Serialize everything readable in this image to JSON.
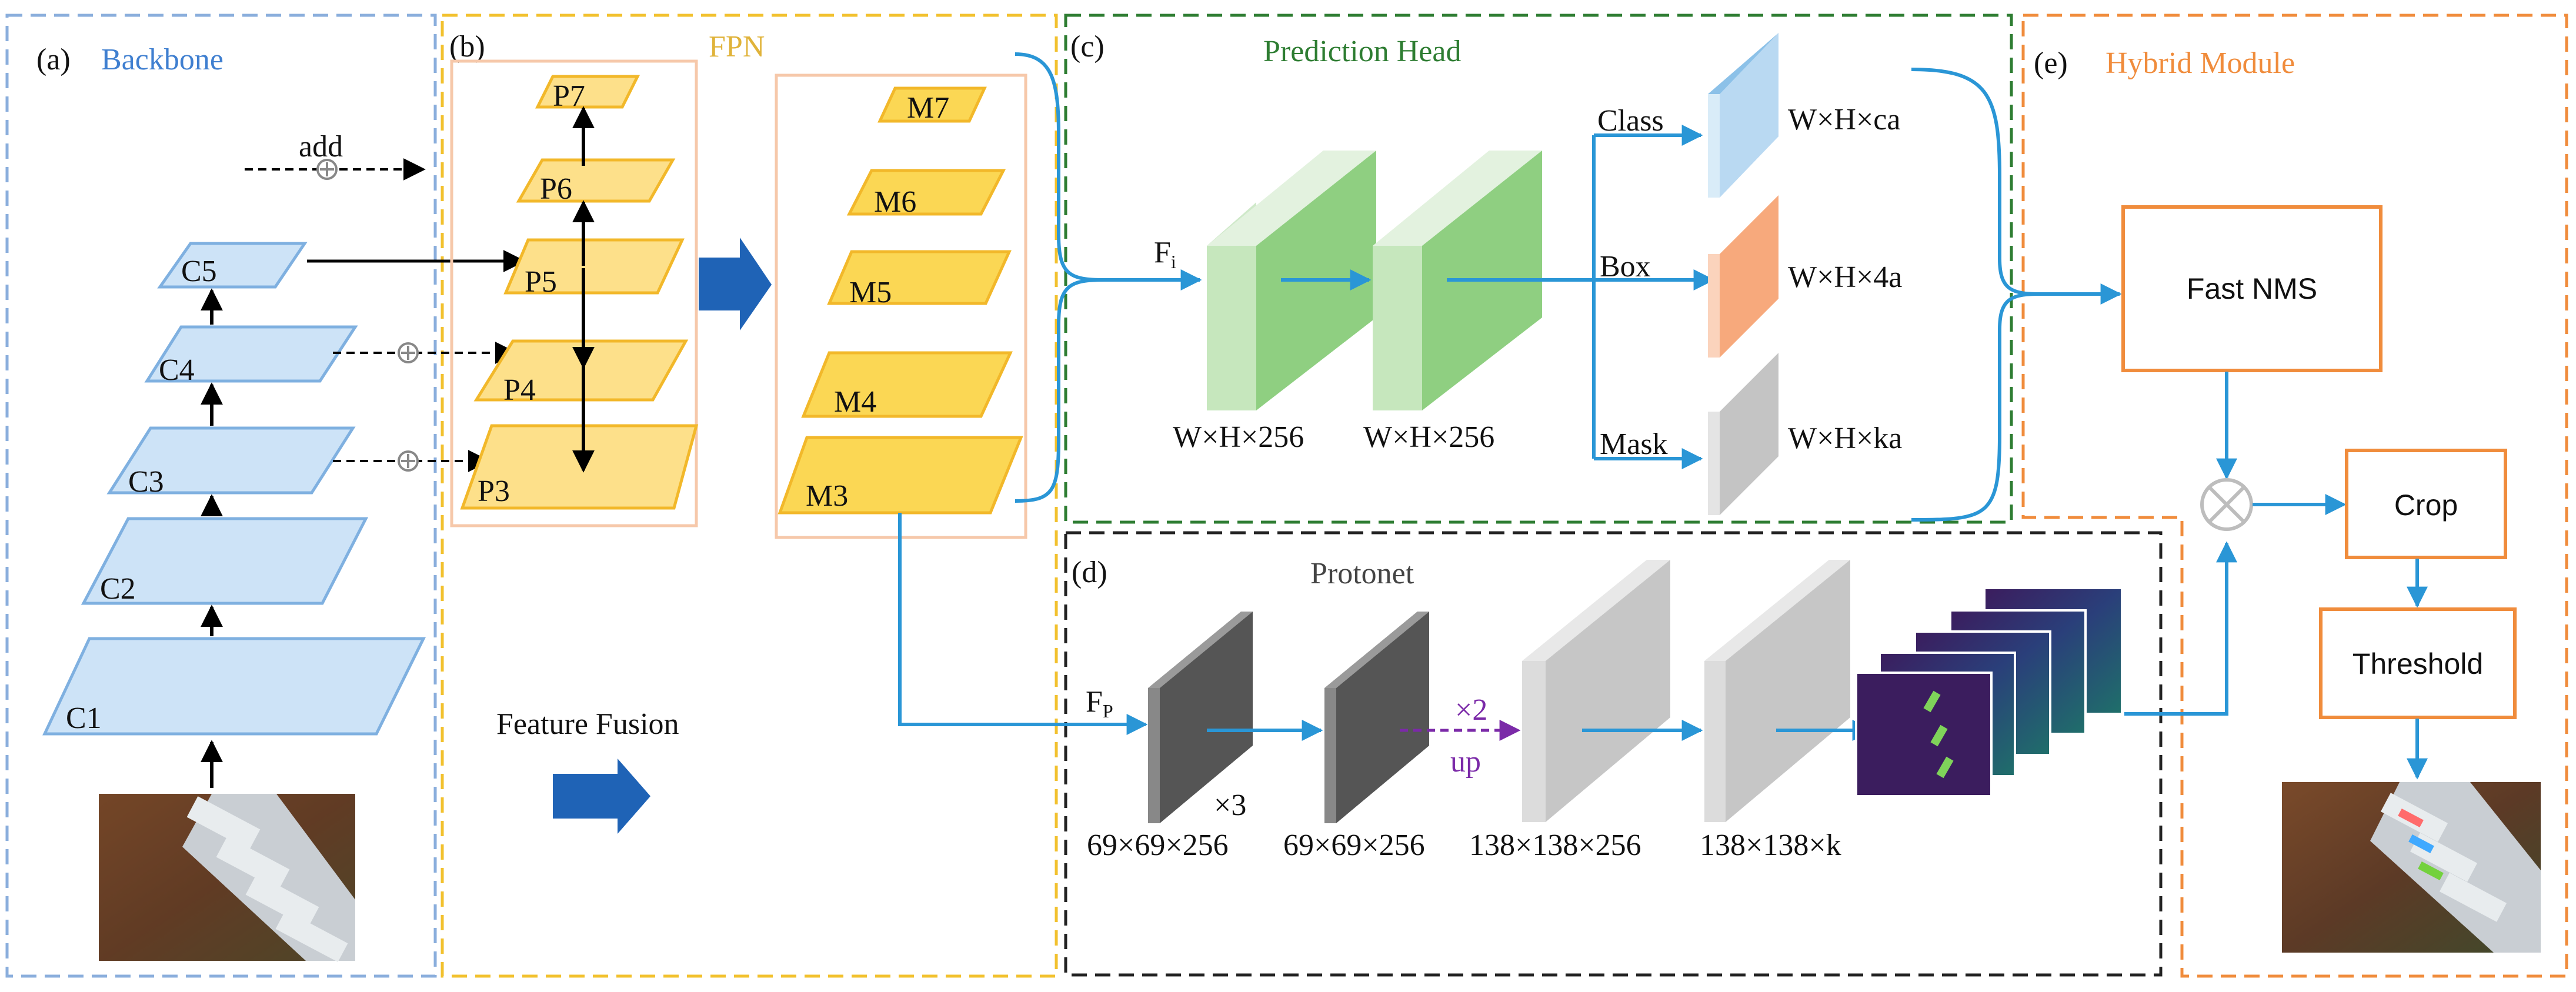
{
  "colors": {
    "backbone": "#3f7fd0",
    "backbone_border": "#8aaedc",
    "fpn": "#f2c12e",
    "fpn_text": "#e0b33a",
    "head": "#2e7d32",
    "protonet": "#222222",
    "hybrid": "#f08c3c",
    "arrow_blue": "#2a96d6",
    "up_arrow": "#7b2aa8"
  },
  "backbone": {
    "tag": "(a)",
    "title": "Backbone",
    "layers": [
      "C1",
      "C2",
      "C3",
      "C4",
      "C5"
    ],
    "add_label": "add"
  },
  "fpn": {
    "tag": "(b)",
    "title": "FPN",
    "levels": [
      "P3",
      "P4",
      "P5",
      "P6",
      "P7"
    ],
    "maps": [
      "M3",
      "M4",
      "M5",
      "M6",
      "M7"
    ],
    "fusion_label": "Feature Fusion"
  },
  "head": {
    "tag": "(c)",
    "title": "Prediction Head",
    "input_label": "F",
    "input_sub": "i",
    "dims": [
      "W×H×256",
      "W×H×256"
    ],
    "branches": [
      {
        "name": "Class",
        "dim": "W×H×ca",
        "color": "#b9d9f2"
      },
      {
        "name": "Box",
        "dim": "W×H×4a",
        "color": "#f7a97c"
      },
      {
        "name": "Mask",
        "dim": "W×H×ka",
        "color": "#c4c4c4"
      }
    ]
  },
  "protonet": {
    "tag": "(d)",
    "title": "Protonet",
    "input_label": "F",
    "input_sub": "P",
    "repeat": "×3",
    "upsample_factor": "×2",
    "upsample_word": "up",
    "dims": [
      "69×69×256",
      "69×69×256",
      "138×138×256",
      "138×138×k"
    ]
  },
  "hybrid": {
    "tag": "(e)",
    "title": "Hybrid Module",
    "steps": [
      "Fast NMS",
      "Crop",
      "Threshold"
    ]
  }
}
